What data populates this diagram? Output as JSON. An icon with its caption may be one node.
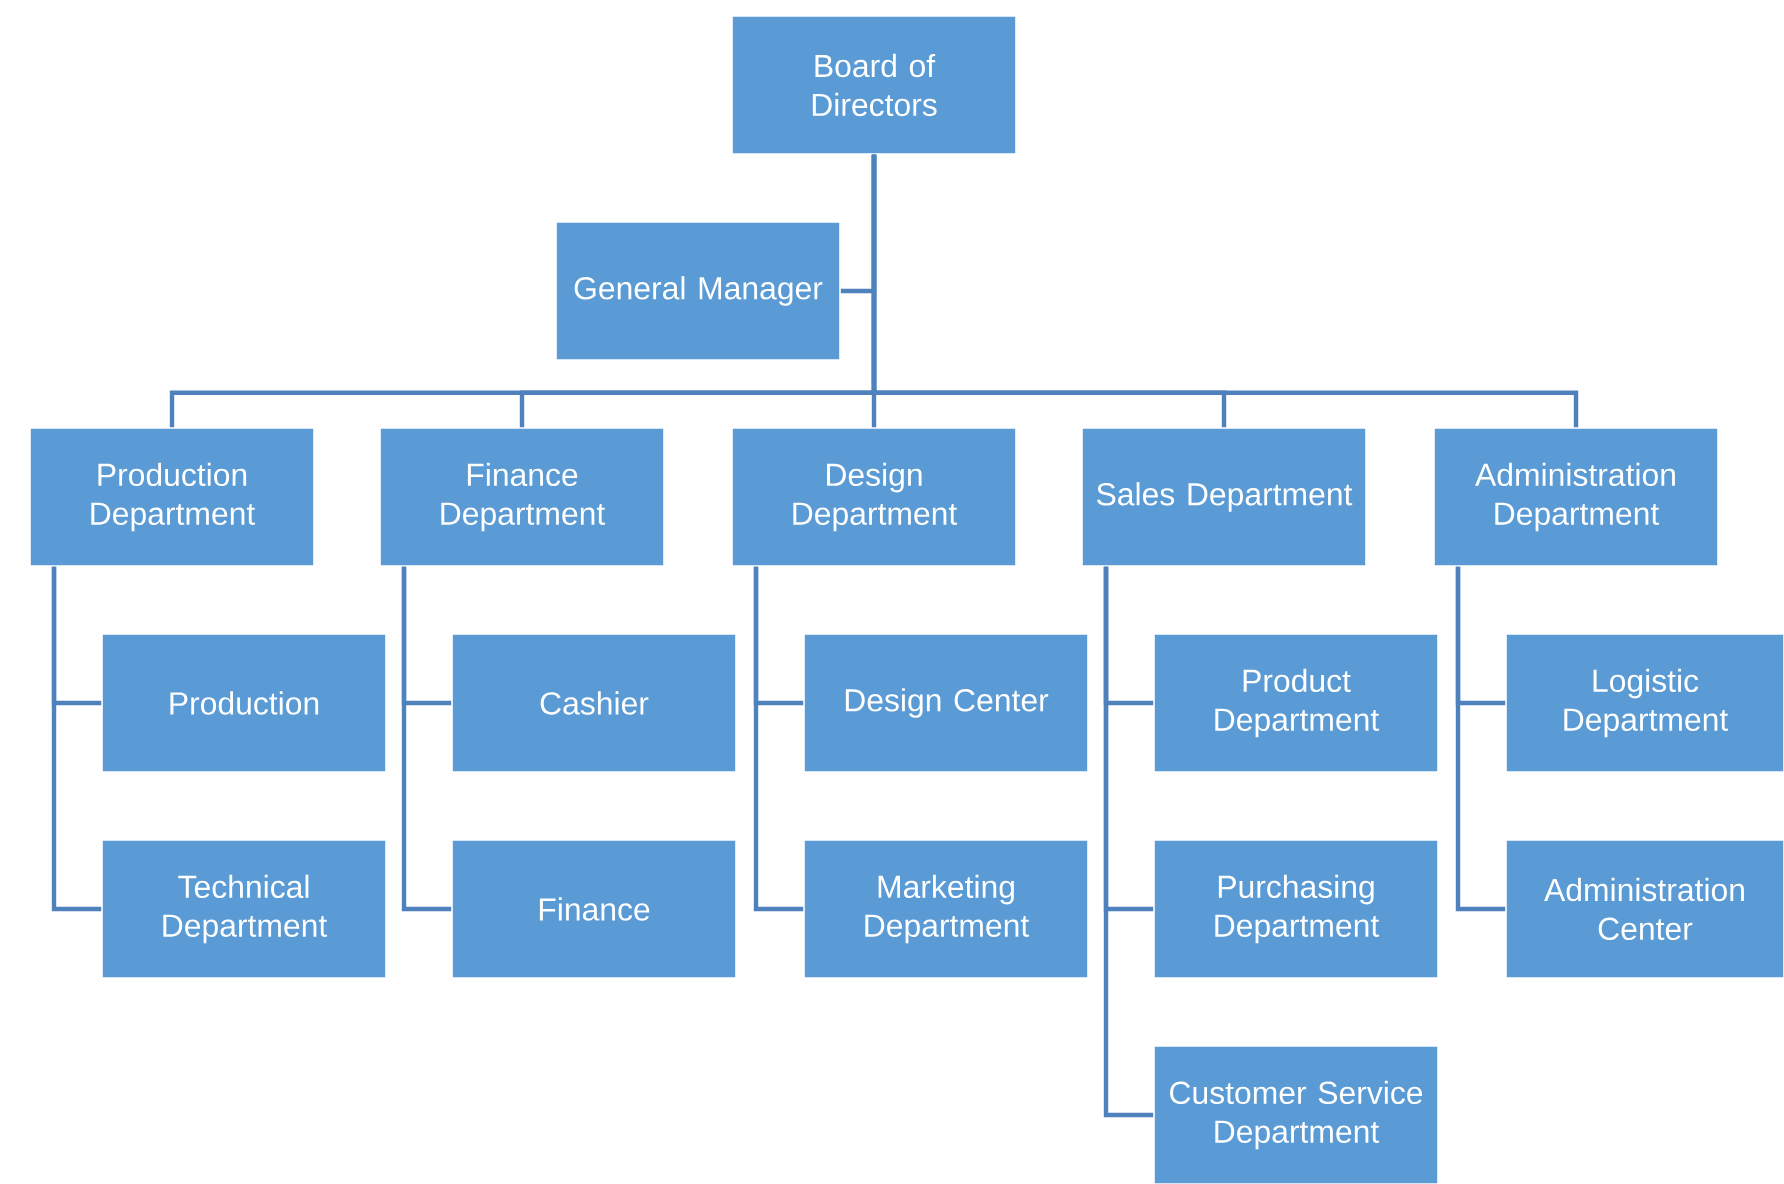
{
  "diagram": {
    "nodes": [
      {
        "text": [
          "Board of Directors"
        ]
      },
      {
        "text": [
          "General Manager"
        ]
      },
      {
        "text": [
          "Production Department"
        ]
      },
      {
        "text": [
          "Finance Department"
        ]
      },
      {
        "text": [
          "Design Department"
        ]
      },
      {
        "text": [
          "Sales Department"
        ]
      },
      {
        "text": [
          "Administration Department"
        ]
      },
      {
        "text": [
          "Production"
        ]
      },
      {
        "text": [
          "Technical Department"
        ]
      },
      {
        "text": [
          "Cashier"
        ]
      },
      {
        "text": [
          "Finance"
        ]
      },
      {
        "text": [
          "Design Center"
        ]
      },
      {
        "text": [
          "Marketing Department"
        ]
      },
      {
        "text": [
          "Product Department"
        ]
      },
      {
        "text": [
          "Purchasing Department"
        ]
      },
      {
        "text": [
          "Customer Service Department"
        ]
      },
      {
        "text": [
          "Logistic Department"
        ]
      },
      {
        "text": [
          "Administration Center"
        ]
      }
    ],
    "edges": [
      {
        "from": 0,
        "to": 1,
        "arrow": "none"
      },
      {
        "from": 0,
        "to": 2,
        "arrow": "none"
      },
      {
        "from": 0,
        "to": 3,
        "arrow": "none"
      },
      {
        "from": 0,
        "to": 4,
        "arrow": "none"
      },
      {
        "from": 0,
        "to": 5,
        "arrow": "none"
      },
      {
        "from": 0,
        "to": 6,
        "arrow": "none"
      },
      {
        "from": 2,
        "to": 7,
        "arrow": "none"
      },
      {
        "from": 2,
        "to": 8,
        "arrow": "none"
      },
      {
        "from": 3,
        "to": 9,
        "arrow": "none"
      },
      {
        "from": 3,
        "to": 10,
        "arrow": "none"
      },
      {
        "from": 4,
        "to": 11,
        "arrow": "none"
      },
      {
        "from": 4,
        "to": 12,
        "arrow": "none"
      },
      {
        "from": 5,
        "to": 13,
        "arrow": "none"
      },
      {
        "from": 5,
        "to": 14,
        "arrow": "none"
      },
      {
        "from": 5,
        "to": 15,
        "arrow": "none"
      },
      {
        "from": 6,
        "to": 16,
        "arrow": "none"
      },
      {
        "from": 6,
        "to": 17,
        "arrow": "none"
      }
    ]
  }
}
